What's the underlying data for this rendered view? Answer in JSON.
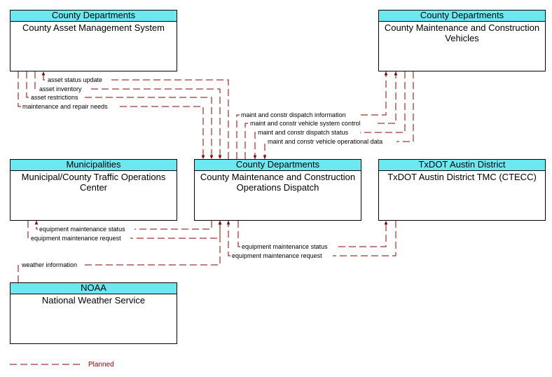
{
  "nodes": {
    "asset_mgmt": {
      "group": "County Departments",
      "name": "County Asset Management System"
    },
    "maint_vehicles": {
      "group": "County Departments",
      "name": "County Maintenance and Construction Vehicles"
    },
    "municipal_tmc": {
      "group": "Municipalities",
      "name": "Municipal/County Traffic Operations Center"
    },
    "dispatch": {
      "group": "County Departments",
      "name": "County Maintenance and Construction Operations Dispatch"
    },
    "txdot": {
      "group": "TxDOT Austin District",
      "name": "TxDOT Austin District TMC (CTECC)"
    },
    "noaa": {
      "group": "NOAA",
      "name": "National Weather Service"
    }
  },
  "flows": {
    "asset_status_update": "asset status update",
    "asset_inventory": "asset inventory",
    "asset_restrictions": "asset restrictions",
    "maintenance_repair_needs": "maintenance and repair needs",
    "dispatch_information": "maint and constr dispatch information",
    "vehicle_system_control": "maint and constr vehicle system control",
    "dispatch_status": "maint and constr dispatch status",
    "vehicle_operational_data": "maint and constr vehicle operational data",
    "muni_equip_status": "equipment maintenance status",
    "muni_equip_request": "equipment maintenance request",
    "txdot_equip_status": "equipment maintenance status",
    "txdot_equip_request": "equipment maintenance request",
    "weather_information": "weather information"
  },
  "legend": {
    "planned": "Planned"
  },
  "colors": {
    "flow_line": "#8b0000",
    "header_fill": "#6ee8f0"
  }
}
